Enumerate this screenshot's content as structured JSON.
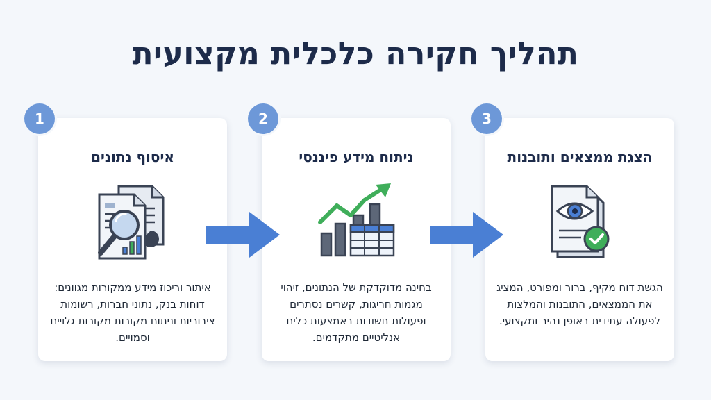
{
  "title": "תהליך חקירה כלכלית מקצועית",
  "steps": [
    {
      "number": "1",
      "title": "איסוף נתונים",
      "description": "איתור וריכוז מידע ממקורות מגוונים: דוחות בנק, נתוני חברות, רשומות ציבוריות וניתוח מקורות מקורות גלויים וסמויים.",
      "icon": "document-magnifier-icon"
    },
    {
      "number": "2",
      "title": "ניתוח מידע פיננסי",
      "description": "בחינה מדוקדקת של הנתונים, זיהוי מגמות חריגות, קשרים נסתרים ופעולות חשודות באמצעות כלים אנליטיים מתקדמים.",
      "icon": "growth-chart-icon"
    },
    {
      "number": "3",
      "title": "הצגת ממצאים ותובנות",
      "description": "הגשת דוח מקיף, ברור ומפורט, המציג את הממצאים, התובנות והמלצות לפעולה עתידית באופן נהיר ומקצועי.",
      "icon": "report-eye-check-icon"
    }
  ],
  "colors": {
    "accent": "#4a7fd4",
    "badge": "#6d98d8",
    "title": "#1d2b4a",
    "green": "#3fae5a"
  }
}
